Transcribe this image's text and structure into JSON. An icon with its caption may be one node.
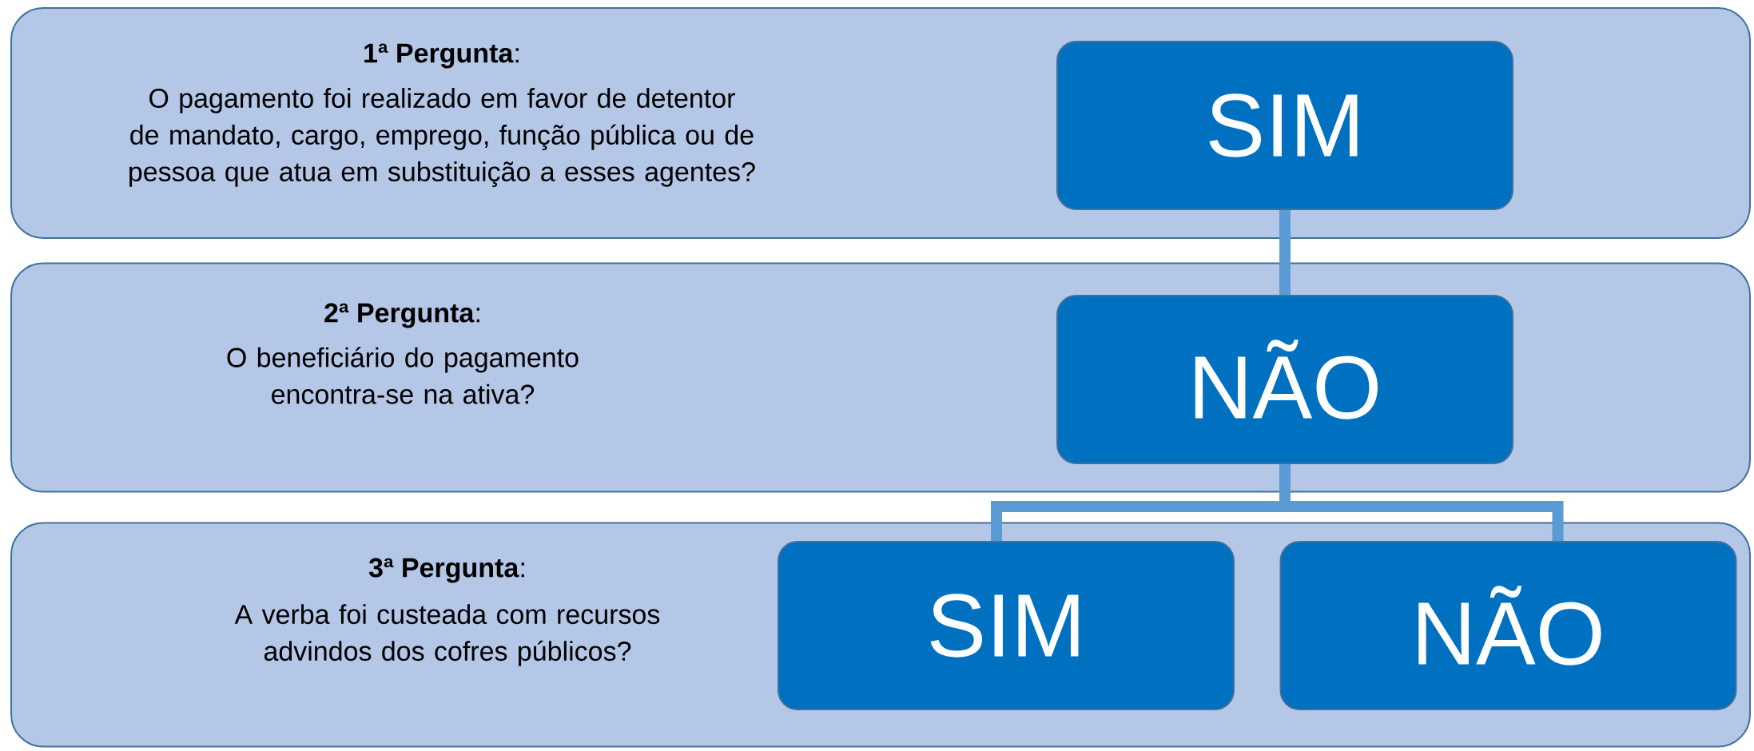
{
  "diagram": {
    "nodes": [
      {
        "text": [
          "**1ª Pergunta**:",
          "O pagamento foi realizado em favor de detentor de mandato, cargo, emprego, função pública ou de pessoa que atua em substituição a esses agentes?"
        ]
      },
      {
        "text": [
          "SIM"
        ],
        "in": 0
      },
      {
        "text": [
          "**2ª Pergunta**:",
          "O beneficiário do pagamento encontra-se na ativa?"
        ]
      },
      {
        "text": [
          "NÃO"
        ],
        "in": 2
      },
      {
        "text": [
          "**3ª Pergunta**:",
          "A verba foi custeada com recursos advindos dos cofres públicos?"
        ]
      },
      {
        "text": [
          "SIM"
        ],
        "in": 4
      },
      {
        "text": [
          "NÃO"
        ],
        "in": 4
      }
    ],
    "edges": [
      {
        "from": 1,
        "to": 3,
        "arrow": "none"
      },
      {
        "from": 3,
        "to": 5,
        "arrow": "none"
      },
      {
        "from": 3,
        "to": 6,
        "arrow": "none"
      }
    ]
  }
}
